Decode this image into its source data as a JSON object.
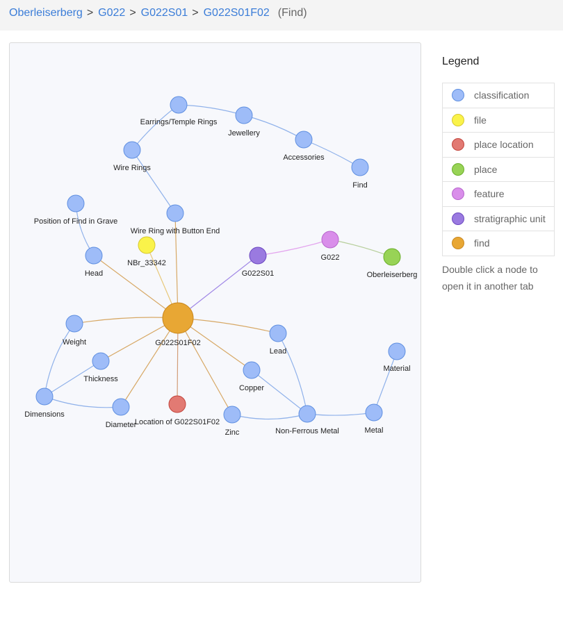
{
  "breadcrumb": {
    "items": [
      "Oberleiserberg",
      "G022",
      "G022S01",
      "G022S01F02"
    ],
    "separator": ">",
    "kind": "(Find)"
  },
  "legend": {
    "title": "Legend",
    "items": [
      {
        "label": "classification",
        "color": "#9ebcf8",
        "border": "#5f8fe0"
      },
      {
        "label": "file",
        "color": "#faf34a",
        "border": "#d7c830"
      },
      {
        "label": "place location",
        "color": "#e27a73",
        "border": "#c2443c"
      },
      {
        "label": "place",
        "color": "#98d356",
        "border": "#6aae2a"
      },
      {
        "label": "feature",
        "color": "#d98eea",
        "border": "#b766cc"
      },
      {
        "label": "stratigraphic unit",
        "color": "#9a7ae0",
        "border": "#6c48c0"
      },
      {
        "label": "find",
        "color": "#e8a734",
        "border": "#c98820"
      }
    ],
    "hint": "Double click a node to open it in another tab"
  },
  "graph": {
    "nodes": [
      {
        "id": "find",
        "label": "G022S01F02",
        "type": "find",
        "big": true
      },
      {
        "id": "earrings",
        "label": "Earrings/Temple Rings",
        "type": "classification"
      },
      {
        "id": "jewellery",
        "label": "Jewellery",
        "type": "classification"
      },
      {
        "id": "accessories",
        "label": "Accessories",
        "type": "classification"
      },
      {
        "id": "findcls",
        "label": "Find",
        "type": "classification"
      },
      {
        "id": "wirerings",
        "label": "Wire Rings",
        "type": "classification"
      },
      {
        "id": "wirebutton",
        "label": "Wire Ring with Button End",
        "type": "classification"
      },
      {
        "id": "position",
        "label": "Position of Find in Grave",
        "type": "classification"
      },
      {
        "id": "head",
        "label": "Head",
        "type": "classification"
      },
      {
        "id": "file",
        "label": "NBr_33342",
        "type": "file"
      },
      {
        "id": "strat",
        "label": "G022S01",
        "type": "stratigraphic unit"
      },
      {
        "id": "feature",
        "label": "G022",
        "type": "feature"
      },
      {
        "id": "place",
        "label": "Oberleiserberg",
        "type": "place"
      },
      {
        "id": "weight",
        "label": "Weight",
        "type": "classification"
      },
      {
        "id": "thickness",
        "label": "Thickness",
        "type": "classification"
      },
      {
        "id": "dimensions",
        "label": "Dimensions",
        "type": "classification"
      },
      {
        "id": "diameter",
        "label": "Diameter",
        "type": "classification"
      },
      {
        "id": "location",
        "label": "Location of G022S01F02",
        "type": "place location"
      },
      {
        "id": "zinc",
        "label": "Zinc",
        "type": "classification"
      },
      {
        "id": "copper",
        "label": "Copper",
        "type": "classification"
      },
      {
        "id": "lead",
        "label": "Lead",
        "type": "classification"
      },
      {
        "id": "nonferrous",
        "label": "Non-Ferrous Metal",
        "type": "classification"
      },
      {
        "id": "metal",
        "label": "Metal",
        "type": "classification"
      },
      {
        "id": "material",
        "label": "Material",
        "type": "classification"
      }
    ],
    "edges": [
      [
        "earrings",
        "jewellery"
      ],
      [
        "jewellery",
        "accessories"
      ],
      [
        "accessories",
        "findcls"
      ],
      [
        "earrings",
        "wirerings"
      ],
      [
        "wirerings",
        "wirebutton"
      ],
      [
        "position",
        "head"
      ],
      [
        "find",
        "wirebutton"
      ],
      [
        "find",
        "head"
      ],
      [
        "find",
        "file"
      ],
      [
        "find",
        "strat"
      ],
      [
        "strat",
        "feature"
      ],
      [
        "feature",
        "place"
      ],
      [
        "find",
        "weight"
      ],
      [
        "find",
        "thickness"
      ],
      [
        "find",
        "diameter"
      ],
      [
        "find",
        "location"
      ],
      [
        "find",
        "zinc"
      ],
      [
        "find",
        "copper"
      ],
      [
        "find",
        "lead"
      ],
      [
        "weight",
        "dimensions"
      ],
      [
        "thickness",
        "dimensions"
      ],
      [
        "dimensions",
        "diameter"
      ],
      [
        "zinc",
        "nonferrous"
      ],
      [
        "copper",
        "nonferrous"
      ],
      [
        "lead",
        "nonferrous"
      ],
      [
        "nonferrous",
        "metal"
      ],
      [
        "metal",
        "material"
      ]
    ]
  }
}
